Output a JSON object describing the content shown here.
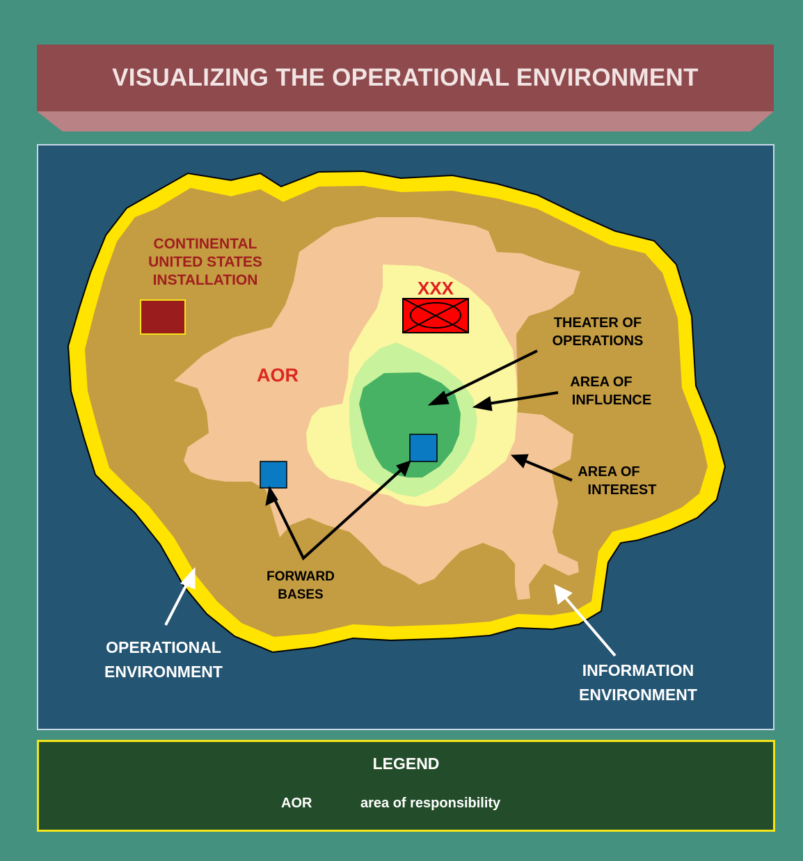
{
  "title": "VISUALIZING THE OPERATIONAL ENVIRONMENT",
  "colors": {
    "page_bg": "#44917f",
    "banner": "#8e4a4c",
    "banner_shadow": "#b98385",
    "map_bg": "#245573",
    "operational_environment_border": "#ffe400",
    "information_environment": "#c49c42",
    "aor": "#f4c596",
    "area_of_interest": "#fbf6a0",
    "area_of_influence": "#c9f29c",
    "theater_of_operations": "#47b264",
    "forward_base": "#0a7bc2",
    "conus_installation": "#9b1c1c",
    "unit_symbol": "#ff0000",
    "legend_bg": "#234d2a",
    "legend_border": "#f5e41a"
  },
  "map": {
    "conus_label": [
      "CONTINENTAL",
      "UNITED STATES",
      "INSTALLATION"
    ],
    "aor_label": "AOR",
    "echelon_label": "XXX",
    "theater_label": [
      "THEATER OF",
      "OPERATIONS"
    ],
    "influence_label": [
      "AREA OF",
      "INFLUENCE"
    ],
    "interest_label": [
      "AREA OF",
      "INTEREST"
    ],
    "forward_bases_label": [
      "FORWARD",
      "BASES"
    ],
    "operational_env_label": [
      "OPERATIONAL",
      "ENVIRONMENT"
    ],
    "information_env_label": [
      "INFORMATION",
      "ENVIRONMENT"
    ]
  },
  "legend": {
    "title": "LEGEND",
    "entries": [
      {
        "abbr": "AOR",
        "definition": "area of responsibility"
      }
    ]
  }
}
